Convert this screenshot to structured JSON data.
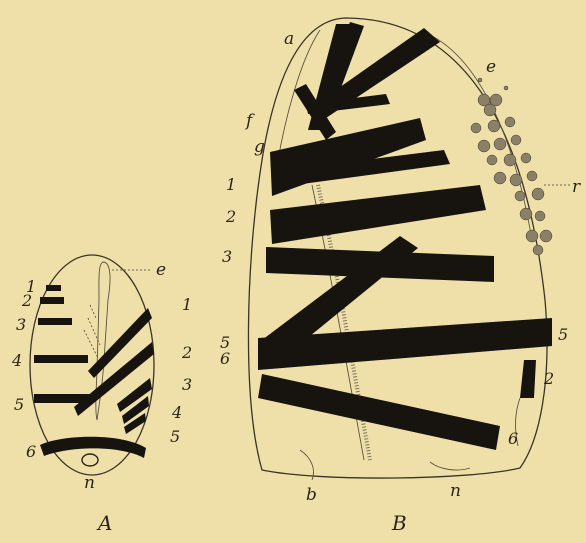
{
  "figure": {
    "panel_a": {
      "caption": "A",
      "labels": {
        "e": "e",
        "n": "n",
        "left_1": "1",
        "left_2": "2",
        "left_3": "3",
        "left_4": "4",
        "left_5": "5",
        "left_6": "6",
        "right_1": "1",
        "right_2": "2",
        "right_3": "3",
        "right_4": "4",
        "right_5": "5"
      }
    },
    "panel_b": {
      "caption": "B",
      "labels": {
        "a": "a",
        "b": "b",
        "e": "e",
        "f": "f",
        "g": "g",
        "n": "n",
        "r": "r",
        "left_1": "1",
        "left_2": "2",
        "left_3": "3",
        "left_56": "5\n6",
        "right_5": "5",
        "right_2": "2",
        "right_6": "6"
      }
    },
    "colors": {
      "paper": "#efe0aa",
      "ink": "#171410"
    }
  }
}
